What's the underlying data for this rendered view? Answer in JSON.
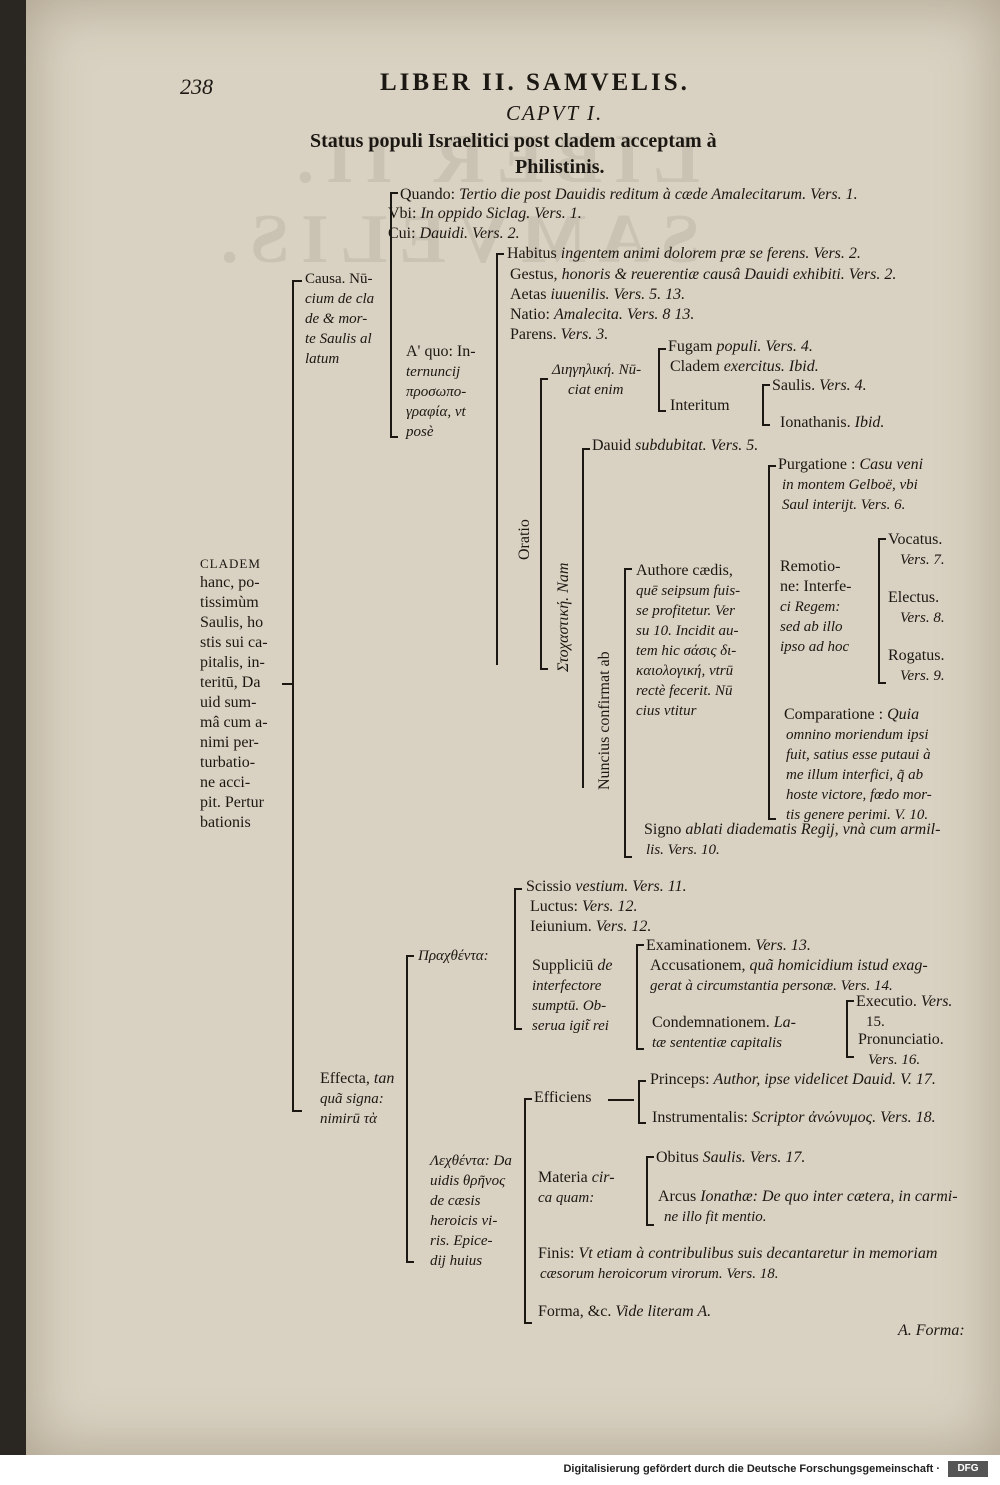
{
  "page": {
    "page_number": "238",
    "running_head": "LIBER II. SAMVELIS.",
    "chapter": "CAPVT I.",
    "title_line1": "Status populi Israelitici post cladem acceptam à",
    "title_line2": "Philistinis.",
    "catchword": "A. Forma:"
  },
  "root": {
    "l1": "CLADEM",
    "l2": "hanc, po-",
    "l3": "tissimùm",
    "l4": "Saulis, ho",
    "l5": "stis sui ca-",
    "l6": "pitalis, in-",
    "l7": "teritū, Da",
    "l8": "uid sum-",
    "l9": "mâ cum a-",
    "l10": "nimi per-",
    "l11": "turbatio-",
    "l12": "ne acci-",
    "l13": "pit. Pertur",
    "l14": "bationis"
  },
  "causa": {
    "label": {
      "l1": "Causa. Nū-",
      "l2": "cium de cla",
      "l3": "de & mor-",
      "l4": "te Saulis al",
      "l5": "latum"
    },
    "quando": {
      "k": "Quando:",
      "v": "Tertio die post Dauidis reditum à cæde Amalecitarum. Vers. 1."
    },
    "vbi": {
      "k": "Vbi:",
      "v": "In oppido Siclag. Vers. 1."
    },
    "cui": {
      "k": "Cui:",
      "v": "Dauidi. Vers. 2."
    },
    "a_quo": {
      "l1": "A' quo: In-",
      "l2": "ternuncij",
      "l3": "προσωπο-",
      "l4": "γραφία, vt",
      "l5": "posè"
    },
    "habitus": {
      "k": "Habitus",
      "v": "ingentem animi dolorem præ se ferens. Vers. 2."
    },
    "gestus": {
      "k": "Gestus,",
      "v": "honoris & reuerentiæ causâ Dauidi exhibiti. Vers. 2."
    },
    "aetas": {
      "k": "Aetas",
      "v": "iuuenilis. Vers. 5. 13."
    },
    "natio": {
      "k": "Natio:",
      "v": "Amalecita. Vers. 8 13."
    },
    "parens": {
      "k": "Parens.",
      "v": "Vers. 3."
    },
    "oratio": "Oratio",
    "diegetike": {
      "l1": "Διηγηλική. Nū-",
      "l2": "ciat enim"
    },
    "fugam": {
      "k": "Fugam",
      "v": "populi. Vers. 4."
    },
    "cladem_ex": {
      "k": "Cladem",
      "v": "exercitus. Ibid."
    },
    "interitum": "Interitum",
    "saulis": {
      "k": "Saulis.",
      "v": "Vers. 4."
    },
    "ionathanis": {
      "k": "Ionathanis.",
      "v": "Ibid."
    },
    "stochastike": "Στοχαστική. Nam",
    "dauid": {
      "k": "Dauid",
      "v": "subdubitat. Vers. 5."
    },
    "nuncius": "Nuncius confirmat ab",
    "purgatione": {
      "k": "Purgatione :",
      "v1": "Casu veni",
      "v2": "in montem Gelboë, vbi",
      "v3": "Saul interijt. Vers. 6."
    },
    "authore": {
      "l1": "Authore cædis,",
      "l2": "quē seipsum fuis-",
      "l3": "se profitetur. Ver",
      "l4": "su 10. Incidit au-",
      "l5": "tem hic σάσις δι-",
      "l6": "καιολογική, vtrū",
      "l7": "rectè fecerit. Nū",
      "l8": "cius vtitur"
    },
    "remotione": {
      "l1": "Remotio-",
      "l2": "ne: Interfe-",
      "l3": "ci Regem:",
      "l4": "sed ab illo",
      "l5": "ipso ad hoc"
    },
    "vocatus": {
      "k": "Vocatus.",
      "v": "Vers. 7."
    },
    "electus": {
      "k": "Electus.",
      "v": "Vers. 8."
    },
    "rogatus": {
      "k": "Rogatus.",
      "v": "Vers. 9."
    },
    "comparatione": {
      "k": "Comparatione :",
      "v1": "Quia",
      "v2": "omnino moriendum ipsi",
      "v3": "fuit, satius esse putaui à",
      "v4": "me illum interfici, q̃ ab",
      "v5": "hoste victore, fœdo mor-",
      "v6": "tis genere perimi. V. 10."
    },
    "signo": {
      "k": "Signo",
      "v1": "ablati diadematis Regij, vnà cum armil-",
      "v2": "lis. Vers. 10."
    }
  },
  "effecta": {
    "label": {
      "l1": "Effecta,",
      "l2": "tan",
      "l3": "quã signa:",
      "l4": "nimirū τὰ"
    },
    "prachthenta": "Πραχθέντα:",
    "scissio": {
      "k": "Scissio",
      "v": "vestium. Vers. 11."
    },
    "luctus": {
      "k": "Luctus:",
      "v": "Vers. 12."
    },
    "ieiunium": {
      "k": "Ieiunium.",
      "v": "Vers. 12."
    },
    "supplicium": {
      "l1": "Suppliciū",
      "l2": "de",
      "l3": "interfectore",
      "l4": "sumptū. Ob-",
      "l5": "serua igit̃ rei"
    },
    "examinationem": {
      "k": "Examinationem.",
      "v": "Vers. 13."
    },
    "accusationem": {
      "k": "Accusationem,",
      "v1": "quã homicidium istud exag-",
      "v2": "gerat à circumstantia personæ. Vers. 14."
    },
    "condemnationem": {
      "k": "Condemnationem.",
      "v1": "La-",
      "v2": "tæ sententiæ capitalis"
    },
    "executio": {
      "k": "Executio.",
      "v1": "Vers.",
      "v2": "15."
    },
    "pronunciatio": {
      "k": "Pronunciatio.",
      "v": "Vers. 16."
    },
    "lechthenta": {
      "l1": "Λεχθέντα: Da",
      "l2": "uidis θρῆνος",
      "l3": "de cæsis",
      "l4": "heroicis vi-",
      "l5": "ris. Epice-",
      "l6": "dij huius"
    },
    "efficiens": "Efficiens",
    "princeps": {
      "k": "Princeps:",
      "v": "Author, ipse videlicet Dauid. V. 17."
    },
    "instrumentalis": {
      "k": "Instrumentalis:",
      "v": "Scriptor ἀνώνυμος. Vers. 18."
    },
    "materia": {
      "l1": "Materia",
      "l2": "cir-",
      "l3": "ca quam:"
    },
    "obitus": {
      "k": "Obitus",
      "v": "Saulis. Vers. 17."
    },
    "arcus": {
      "k": "Arcus",
      "v1": "Ionathæ: De quo inter cætera, in carmi-",
      "v2": "ne illo fit mentio."
    },
    "finis": {
      "k": "Finis:",
      "v1": "Vt etiam à contribulibus suis decantaretur in memoriam",
      "v2": "cæsorum heroicorum virorum. Vers. 18."
    },
    "forma": {
      "k": "Forma, &c.",
      "v": "Vide literam A."
    }
  },
  "footer": {
    "text": "Digitalisierung gefördert durch die Deutsche Forschungsgemeinschaft ·",
    "logo": "DFG"
  }
}
